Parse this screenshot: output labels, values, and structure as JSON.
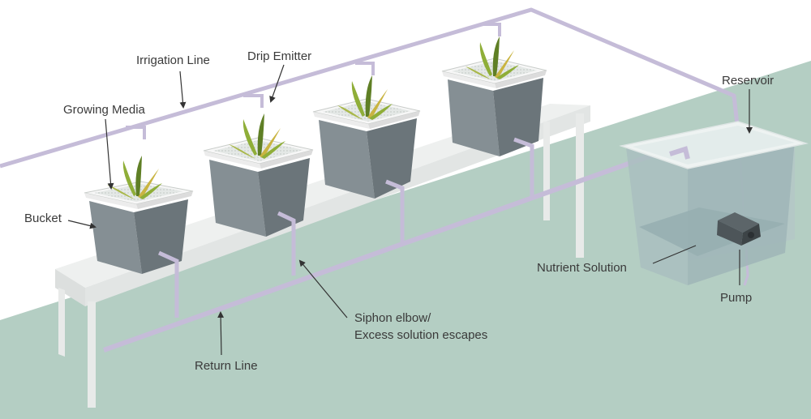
{
  "colors": {
    "background": "#ffffff",
    "floor": "#b4cec3",
    "table_top": "#eef0ef",
    "table_front": "#e2e5e4",
    "table_legs": "#e8eae9",
    "pipe": "#c5bcd8",
    "bucket_front": "#858f94",
    "bucket_side": "#6b757a",
    "bucket_lip": "#f7f7f7",
    "media": "#dfe4e1",
    "plant_green": "#8fae38",
    "plant_dark": "#5f7f25",
    "plant_yellow": "#c9b441",
    "reservoir_glass": "#a9bec0",
    "solution": "#97afb1",
    "pump": "#4d5559",
    "label_text": "#3a3a3a",
    "leader": "#333333"
  },
  "labels": {
    "irrigation_line": "Irrigation Line",
    "drip_emitter": "Drip Emitter",
    "growing_media": "Growing Media",
    "bucket": "Bucket",
    "reservoir": "Reservoir",
    "nutrient_solution": "Nutrient Solution",
    "pump": "Pump",
    "siphon_line1": "Siphon elbow/",
    "siphon_line2": "Excess solution escapes",
    "return_line": "Return Line"
  }
}
